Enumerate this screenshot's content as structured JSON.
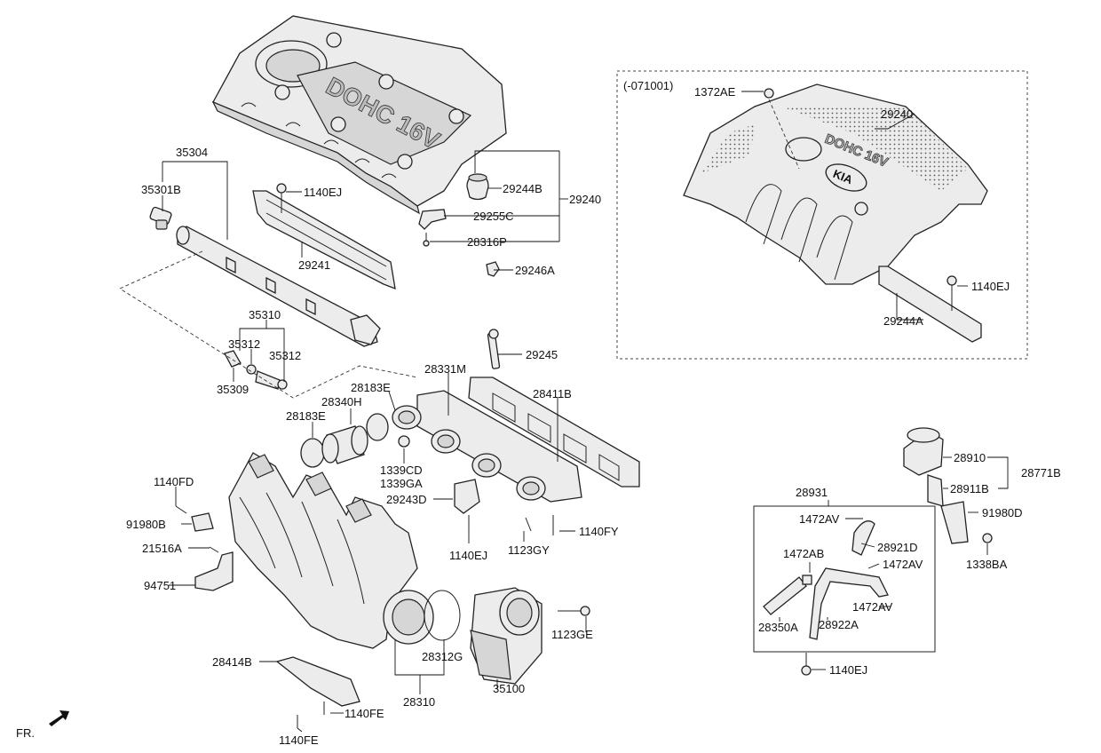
{
  "labels": {
    "p35304": "35304",
    "p35301B": "35301B",
    "p1140EJ_a": "1140EJ",
    "p29241": "29241",
    "p29244B": "29244B",
    "p29240_a": "29240",
    "p29255C": "29255C",
    "p28316P": "28316P",
    "p29246A": "29246A",
    "p35310": "35310",
    "p35312_a": "35312",
    "p35312_b": "35312",
    "p35309": "35309",
    "p29245": "29245",
    "p28331M": "28331M",
    "p28411B": "28411B",
    "p28183E_a": "28183E",
    "p28340H": "28340H",
    "p28183E_b": "28183E",
    "p1339CD": "1339CD",
    "p1339GA": "1339GA",
    "p29243D": "29243D",
    "p1140EJ_b": "1140EJ",
    "p1123GY": "1123GY",
    "p1140FY": "1140FY",
    "p1140FD": "1140FD",
    "p91980B": "91980B",
    "p21516A": "21516A",
    "p94751": "94751",
    "p28414B": "28414B",
    "p1140FE_a": "1140FE",
    "p1140FE_b": "1140FE",
    "p28310": "28310",
    "p28312G": "28312G",
    "p35100": "35100",
    "p1123GE": "1123GE",
    "p071001": "(-071001)",
    "p1372AE": "1372AE",
    "p29240_b": "29240",
    "p1140EJ_c": "1140EJ",
    "p29244A": "29244A",
    "p28931": "28931",
    "p28910": "28910",
    "p28771B": "28771B",
    "p28911B": "28911B",
    "p91980D": "91980D",
    "p1338BA": "1338BA",
    "p1472AV_a": "1472AV",
    "p28921D": "28921D",
    "p1472AB": "1472AB",
    "p1472AV_b": "1472AV",
    "p1472AV_c": "1472AV",
    "p28350A": "28350A",
    "p28922A": "28922A",
    "p1140EJ_d": "1140EJ",
    "fr": "FR."
  },
  "emblems": {
    "cover_left": "DOHC 16V",
    "cover_right": "DOHC 16V",
    "brand": "KIA"
  },
  "colors": {
    "line": "#222222",
    "fill": "#ececec",
    "background": "#ffffff"
  }
}
